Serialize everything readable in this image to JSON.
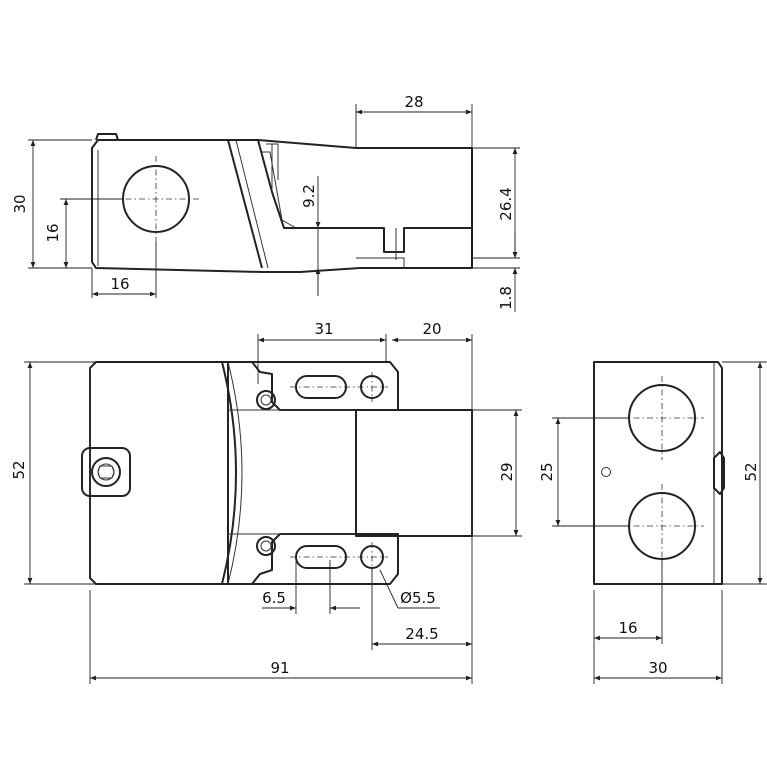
{
  "dimensions": {
    "side_total_height": "30",
    "side_hole_height": "16",
    "side_hole_offset": "16",
    "side_slot_depth": "9.2",
    "side_right_width": "28",
    "side_right_height": "26.4",
    "side_base_gap": "1.8",
    "top_hole_spacing": "31",
    "top_right_offset": "20",
    "front_height": "52",
    "front_right_height": "29",
    "slot_length": "6.5",
    "hole_diameter": "Ø5.5",
    "hole_to_end": "24.5",
    "total_length": "91",
    "end_hole_spacing": "25",
    "end_height": "52",
    "end_hole_offset": "16",
    "end_width": "30"
  }
}
